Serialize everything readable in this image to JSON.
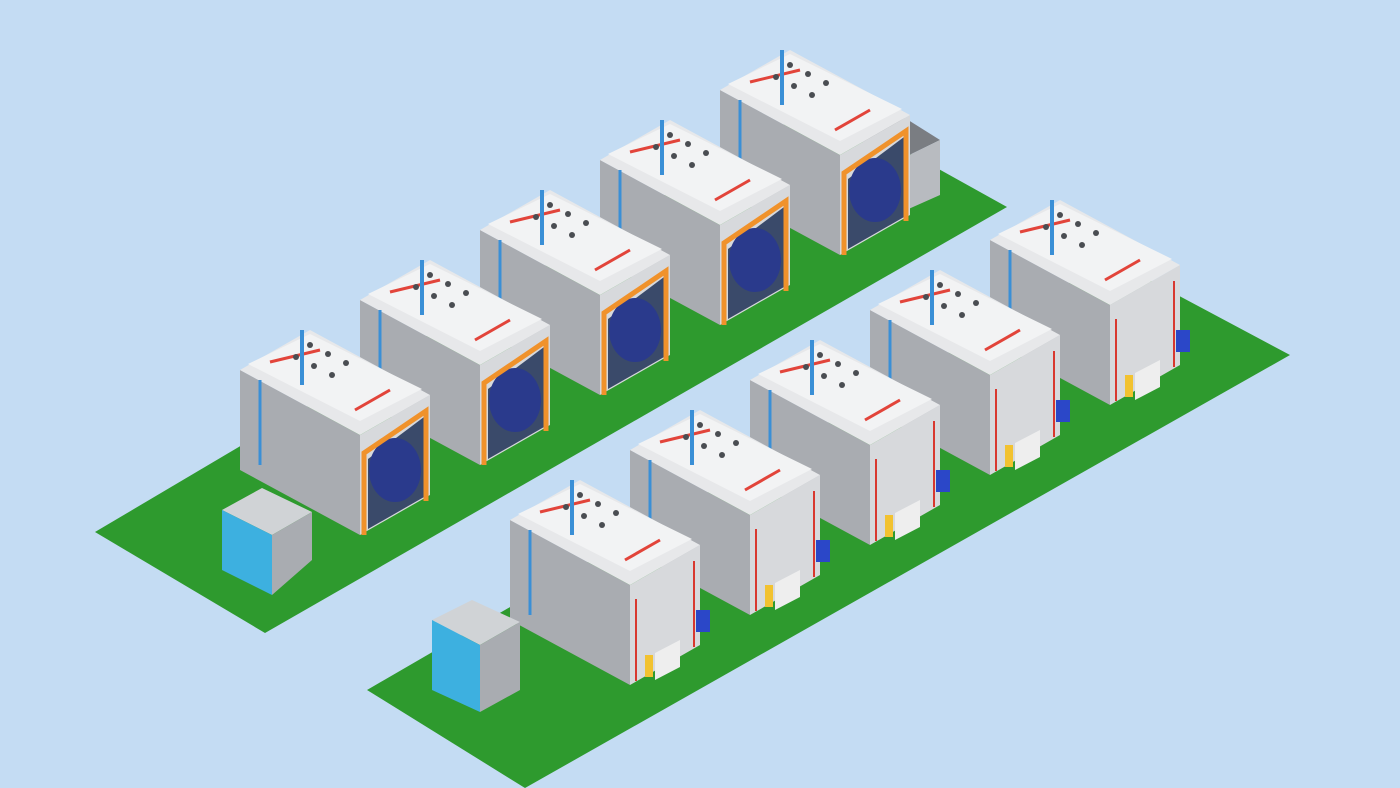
{
  "scene": {
    "background": "#c4dcf3",
    "floor_color": "#2e9a2e",
    "lines": [
      {
        "name": "upper-line",
        "booths": 5,
        "booth_style": "open-front",
        "accent": "#f0922b",
        "has_entry_tunnel": true,
        "has_exit_hood": true
      },
      {
        "name": "lower-line",
        "booths": 5,
        "booth_style": "side-wall-with-control-cabinet",
        "accent": "#d8382f",
        "has_entry_tunnel": true,
        "has_exit_hood": true
      }
    ],
    "palette": {
      "housing": "#d7d9dc",
      "housing_dark": "#a9acb1",
      "ducts": "#3a8fd6",
      "drum": "#2a3a8c",
      "stripe": "#e2443a",
      "cabinet": "#f2c230"
    }
  }
}
